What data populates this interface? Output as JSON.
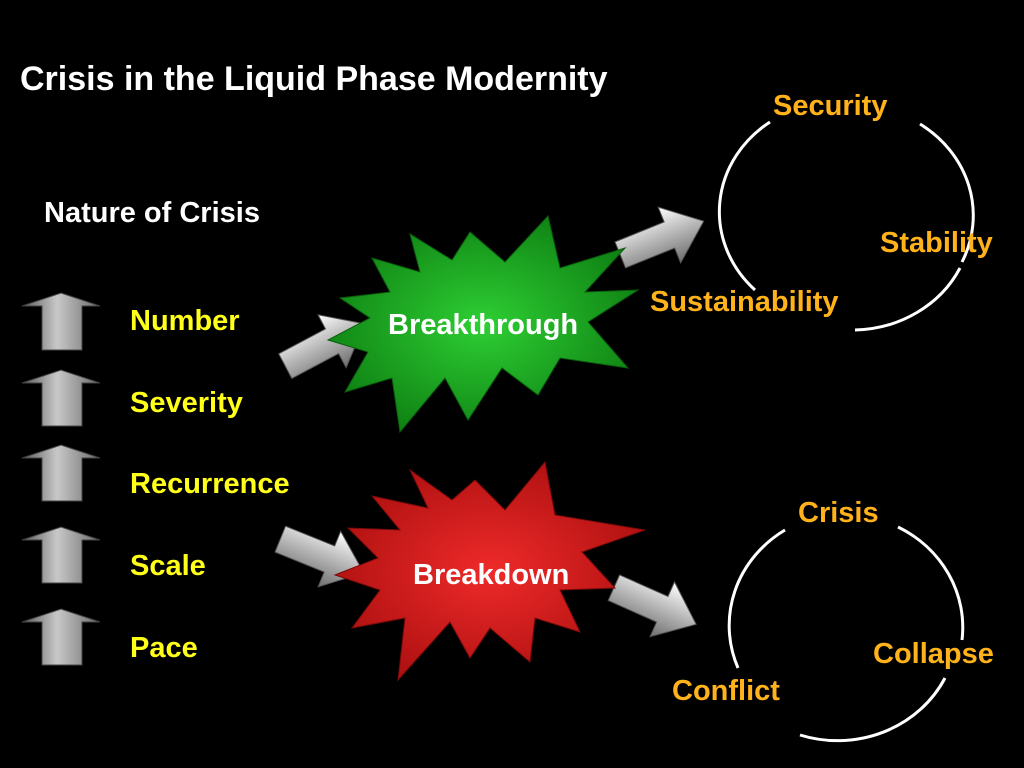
{
  "title": "Crisis in the Liquid Phase Modernity",
  "subtitle": "Nature of Crisis",
  "factors": [
    "Number",
    "Severity",
    "Recurrence",
    "Scale",
    "Pace"
  ],
  "breakthrough": {
    "label": "Breakthrough",
    "color": "#17a51c",
    "cycle": [
      "Security",
      "Stability",
      "Sustainability"
    ]
  },
  "breakdown": {
    "label": "Breakdown",
    "color": "#d81a1a",
    "cycle": [
      "Crisis",
      "Collapse",
      "Conflict"
    ]
  },
  "colors": {
    "background": "#000000",
    "factor_text": "#ffff1a",
    "cycle_text": "#ffb21a",
    "title_text": "#ffffff",
    "arrow_fill": "#8c8c8c"
  },
  "icons": {
    "factor_indicator": "up-arrow-icon",
    "flow_indicator": "right-arrow-icon"
  }
}
